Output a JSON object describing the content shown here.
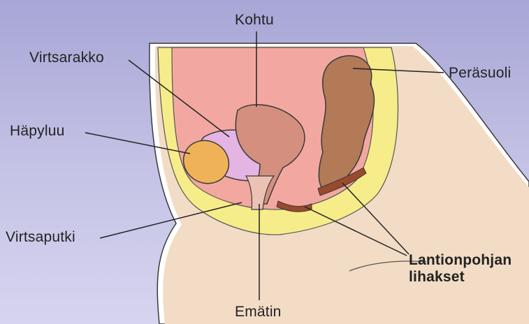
{
  "labels": {
    "kohtu": "Kohtu",
    "virtsarakko": "Virtsarakko",
    "perasuoli": "Peräsuoli",
    "hapyluu": "Häpyluu",
    "virtsaputki": "Virtsaputki",
    "lantionpohjan_line1": "Lantionpohjan",
    "lantionpohjan_line2": "lihakset",
    "ematin": "Emätin"
  },
  "colors": {
    "background": "#b3b2dc",
    "skin": "#f2dcc6",
    "fat_yellow": "#f6ec8a",
    "pelvic_cavity": "#f2a8a0",
    "uterus": "#d48f7e",
    "bladder": "#e4b4e2",
    "bone": "#f0b259",
    "rectum": "#b37a58",
    "muscle": "#9a4a2c"
  }
}
